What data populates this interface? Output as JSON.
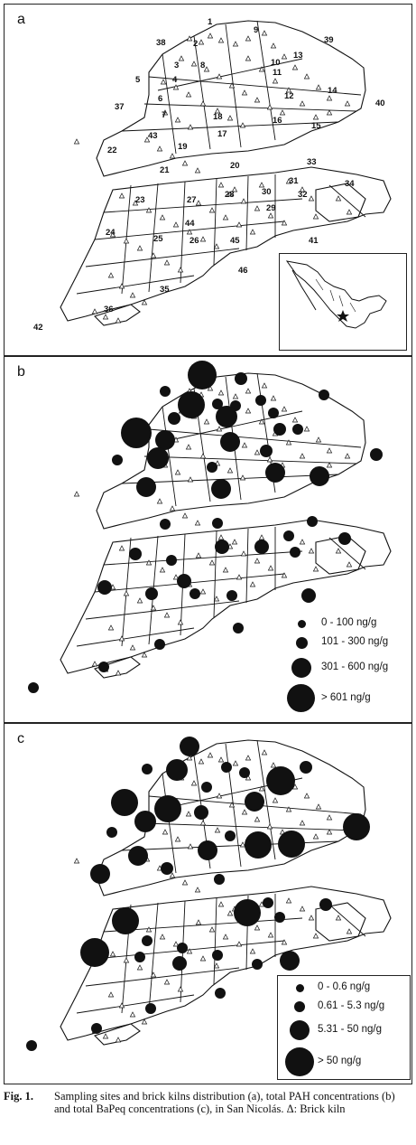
{
  "panels": [
    {
      "letter": "a",
      "site_labels": [
        "1",
        "2",
        "3",
        "4",
        "5",
        "6",
        "7",
        "8",
        "9",
        "10",
        "11",
        "12",
        "13",
        "14",
        "15",
        "16",
        "17",
        "18",
        "19",
        "20",
        "21",
        "22",
        "23",
        "24",
        "25",
        "26",
        "27",
        "28",
        "29",
        "30",
        "31",
        "32",
        "33",
        "34",
        "35",
        "36",
        "37",
        "38",
        "39",
        "40",
        "41",
        "42",
        "43",
        "44",
        "45",
        "46"
      ]
    },
    {
      "letter": "b"
    },
    {
      "letter": "c"
    }
  ],
  "legend_b": {
    "items": [
      {
        "label": "0 - 100 ng/g"
      },
      {
        "label": "101 - 300 ng/g"
      },
      {
        "label": "301 - 600 ng/g"
      },
      {
        "label": "> 601 ng/g"
      }
    ]
  },
  "legend_c": {
    "items": [
      {
        "label": "0 - 0.6 ng/g"
      },
      {
        "label": "0.61 - 5.3 ng/g"
      },
      {
        "label": "5.31 - 50 ng/g"
      },
      {
        "label": "> 50 ng/g"
      }
    ]
  },
  "caption": {
    "fig": "Fig. 1.",
    "text": "Sampling sites and brick kilns distribution (a), total PAH concentrations (b) and total BaPeq concentrations (c), in San Nicolás. Δ: Brick kiln"
  },
  "colors": {
    "ink": "#111111",
    "background": "#ffffff"
  },
  "icons": [
    "kiln-triangle-icon",
    "mexico-map-icon",
    "star-icon"
  ]
}
